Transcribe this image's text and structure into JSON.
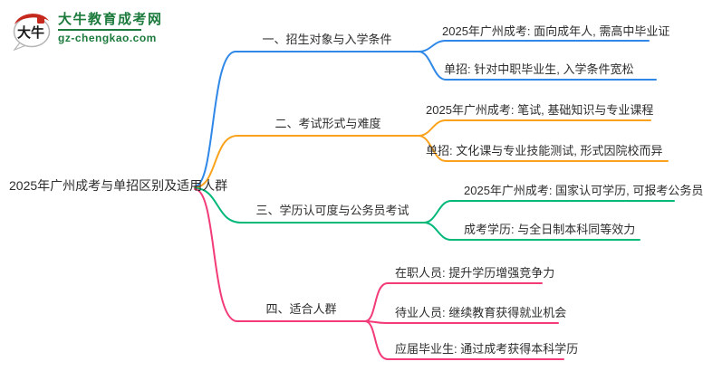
{
  "logo": {
    "icon_text": "大牛",
    "site_name": "大牛教育成考网",
    "site_url": "gz-chengkao.com",
    "brand_color": "#1b7a3c",
    "icon_accent": "#c5281c"
  },
  "mindmap": {
    "root": "2025年广州成考与单招区别及适用人群",
    "text_color": "#2d2d2d",
    "branches": [
      {
        "label": "一、招生对象与入学条件",
        "color": "#2f88e8",
        "children": [
          "2025年广州成考: 面向成年人, 需高中毕业证",
          "单招: 针对中职毕业生, 入学条件宽松"
        ]
      },
      {
        "label": "二、考试形式与难度",
        "color": "#faa21b",
        "children": [
          "2025年广州成考: 笔试, 基础知识与专业课程",
          "单招: 文化课与专业技能测试, 形式因院校而异"
        ]
      },
      {
        "label": "三、学历认可度与公务员考试",
        "color": "#00b878",
        "children": [
          "2025年广州成考: 国家认可学历, 可报考公务员",
          "成考学历: 与全日制本科同等效力"
        ]
      },
      {
        "label": "四、适合人群",
        "color": "#f23b77",
        "children": [
          "在职人员: 提升学历增强竞争力",
          "待业人员: 继续教育获得就业机会",
          "应届毕业生: 通过成考获得本科学历"
        ]
      }
    ]
  }
}
